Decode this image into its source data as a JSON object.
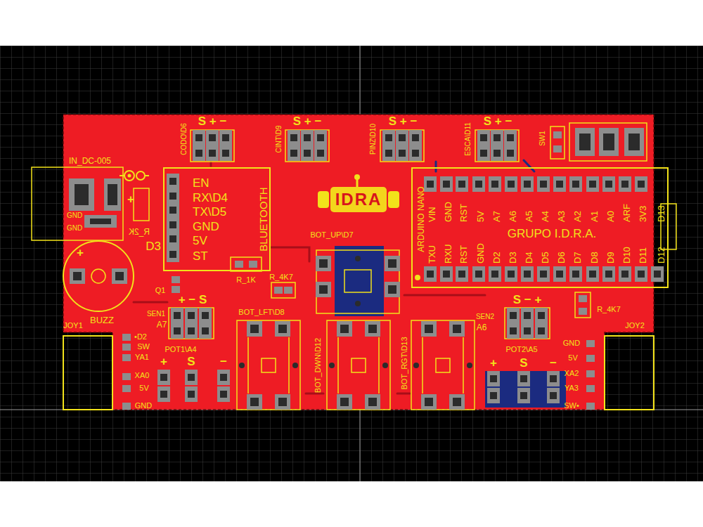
{
  "diagram": {
    "nodes": [
      {
        "text": [
          "EN",
          "RX\\D4",
          "TX\\D5",
          "GND",
          "5V",
          "ST",
          "BLUETOOTH"
        ]
      },
      {
        "text": [
          "IDRA"
        ]
      },
      {
        "text": [
          "ARDUINO NANO",
          "VIN",
          "GND",
          "RST",
          "5V",
          "A7",
          "A6",
          "A5",
          "A4",
          "A3",
          "A2",
          "A1",
          "A0",
          "ARF",
          "3V3",
          "D13",
          "GRUPO I.D.R.A.",
          "TXU",
          "RXU",
          "RST",
          "GND",
          "D2",
          "D3",
          "D4",
          "D5",
          "D6",
          "D7",
          "D8",
          "D9",
          "D10",
          "D11",
          "D12"
        ]
      }
    ],
    "labels": [
      "S + −",
      "CODO\\D6",
      "S + −",
      "CINT\\D9",
      "S + −",
      "PINZ\\D10",
      "S + −",
      "ESCA\\D11",
      "SW1",
      "IN_DC-005",
      "GND",
      "GND",
      "+",
      "R_2K",
      "D3",
      "+",
      "Q1",
      "BUZZ",
      "R_1K",
      "R_4K7",
      "BOT_UP\\D7",
      "SEN1",
      "A7",
      "+ − S",
      "BOT_LFT\\D8",
      "JOY1",
      "•D2",
      "SW",
      "YA1",
      "XA0",
      "5V",
      "GND",
      "POT1\\A4",
      "+",
      "S",
      "−",
      "BOT_DWN\\D12",
      "BOT_RGT\\D13",
      "SEN2",
      "A6",
      "S − +",
      "R_4K7",
      "JOY2",
      "POT2\\A5",
      "+",
      "S",
      "−",
      "GND",
      "5V",
      "XA2",
      "YA3",
      "SW•"
    ]
  }
}
